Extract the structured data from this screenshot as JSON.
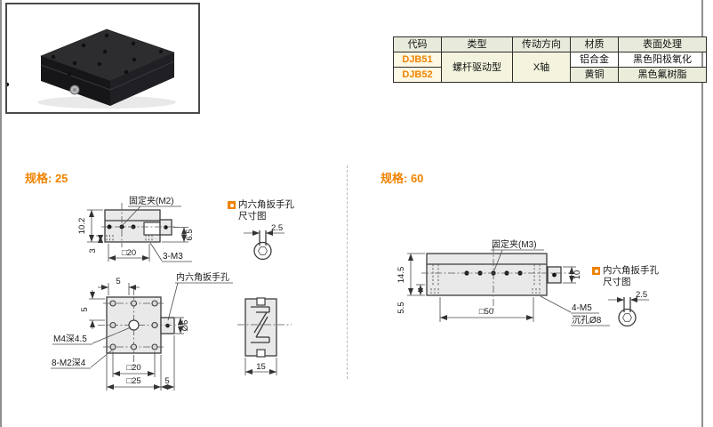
{
  "colors": {
    "accent_orange": "#F08300",
    "table_header_bg": "#E8EADB",
    "table_code_bg": "#FDF9E4",
    "table_span_bg": "#F4F3DD",
    "table_alt_row_bg": "#EBEDDA",
    "drawing_fill": "#E9E9E9",
    "line": "#3C3C3C",
    "page_edge": "#8F8F8F"
  },
  "table": {
    "headers": [
      "代码",
      "类型",
      "传动方向",
      "材质",
      "表面处理"
    ],
    "rows": [
      {
        "code": "DJB51",
        "type": "螺杆驱动型",
        "direction": "X轴",
        "material": "铝合金",
        "surface": "黑色阳极氧化"
      },
      {
        "code": "DJB52",
        "material": "黄铜",
        "surface": "黑色氟树脂"
      }
    ]
  },
  "spec25": {
    "title": "规格: 25",
    "side_view": {
      "clamp_label": "固定夹(M2)",
      "dim_height": "10.2",
      "dim_offset": "3",
      "dim_knob_height": "6.5",
      "dim_width": "□20",
      "holes_label": "3-M3"
    },
    "wrench_note": {
      "line1": "内六角扳手孔",
      "line2": "尺寸图",
      "dim": "2.5"
    },
    "top_view": {
      "wrench_label": "内六角扳手孔",
      "dim_pitch_top": "5",
      "dim_pitch_left": "5",
      "center_hole_label": "M4深4.5",
      "corner_holes_label": "8-M2深4",
      "dim_inner": "□20",
      "dim_outer": "□25",
      "dim_side": "5",
      "dim_knob_dia": "Ø6"
    },
    "section_view": {
      "dim_width": "15"
    }
  },
  "spec60": {
    "title": "规格: 60",
    "front_view": {
      "clamp_label": "固定夹(M3)",
      "dim_height": "14.5",
      "dim_base": "5.5",
      "dim_knob_height": "10",
      "dim_width": "□50",
      "holes_label_1": "4-M5",
      "holes_label_2": "沉孔Ø8"
    },
    "wrench_note": {
      "line1": "内六角扳手孔",
      "line2": "尺寸图",
      "dim": "2.5"
    }
  }
}
